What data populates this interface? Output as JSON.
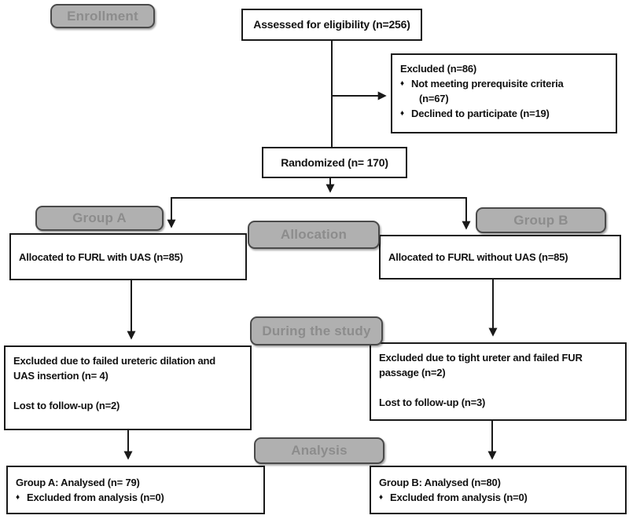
{
  "stages": {
    "enrollment": "Enrollment",
    "group_a": "Group A",
    "group_b": "Group B",
    "allocation": "Allocation",
    "during_study": "During the study",
    "analysis": "Analysis"
  },
  "glyphs": {
    "bullet": "♦"
  },
  "boxes": {
    "assessed": "Assessed for eligibility (n=256)",
    "excluded": {
      "title": "Excluded (n=86)",
      "item1_line1": "Not meeting prerequisite criteria",
      "item1_line2": "(n=67)",
      "item2": "Declined to participate (n=19)"
    },
    "randomized": "Randomized (n= 170)",
    "allocated_a": "Allocated to FURL with UAS (n=85)",
    "allocated_b": "Allocated to FURL without UAS (n=85)",
    "during_a": {
      "p1_l1": "Excluded due to failed ureteric dilation and",
      "p1_l2": "UAS insertion (n= 4)",
      "p2": "Lost to follow-up (n=2)"
    },
    "during_b": {
      "p1_l1": "Excluded due to tight ureter and failed FUR",
      "p1_l2": "passage (n=2)",
      "p2": "Lost to follow-up (n=3)"
    },
    "analysed_a": {
      "line1": "Group A: Analysed (n= 79)",
      "line2": "Excluded from analysis (n=0)"
    },
    "analysed_b": {
      "line1": "Group B: Analysed (n=80)",
      "line2": "Excluded from analysis (n=0)"
    }
  },
  "colors": {
    "badge-fill": "#b0b0b0",
    "badge-border": "#4a4a4a",
    "badge-text": "#8c8c8c",
    "box-border": "#1a1a1a",
    "box-fill": "#ffffff",
    "arrow": "#1a1a1a",
    "background": "#ffffff"
  }
}
